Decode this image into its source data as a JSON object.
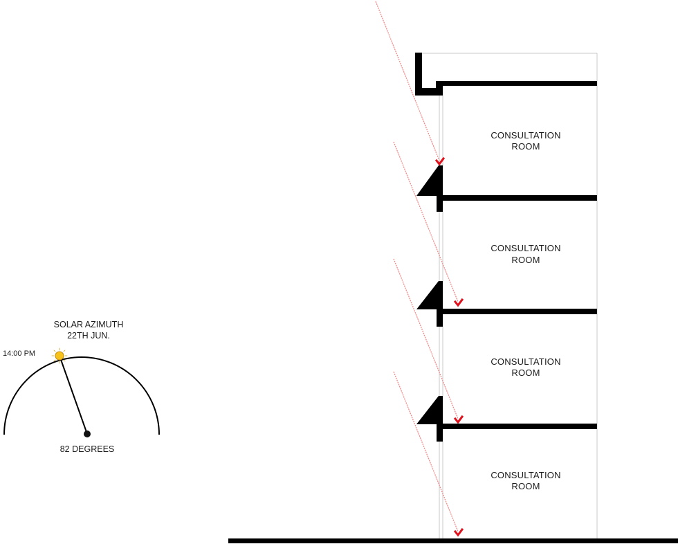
{
  "solar": {
    "title_line1": "SOLAR AZIMUTH",
    "title_line2": "22TH JUN.",
    "time": "14:00 PM",
    "angle_label": "82 DEGREES"
  },
  "rooms": [
    {
      "line1": "CONSULTATION",
      "line2": "ROOM"
    },
    {
      "line1": "CONSULTATION",
      "line2": "ROOM"
    },
    {
      "line1": "CONSULTATION",
      "line2": "ROOM"
    },
    {
      "line1": "CONSULTATION",
      "line2": "ROOM"
    }
  ],
  "colors": {
    "ray": "#f08a8a",
    "arrow": "#e0101c",
    "structure": "#000000",
    "outline": "#c8c8c8",
    "sun": "#f7c21a"
  },
  "icons": {
    "sun": "sun-icon",
    "arrow": "chevron-down-icon"
  }
}
